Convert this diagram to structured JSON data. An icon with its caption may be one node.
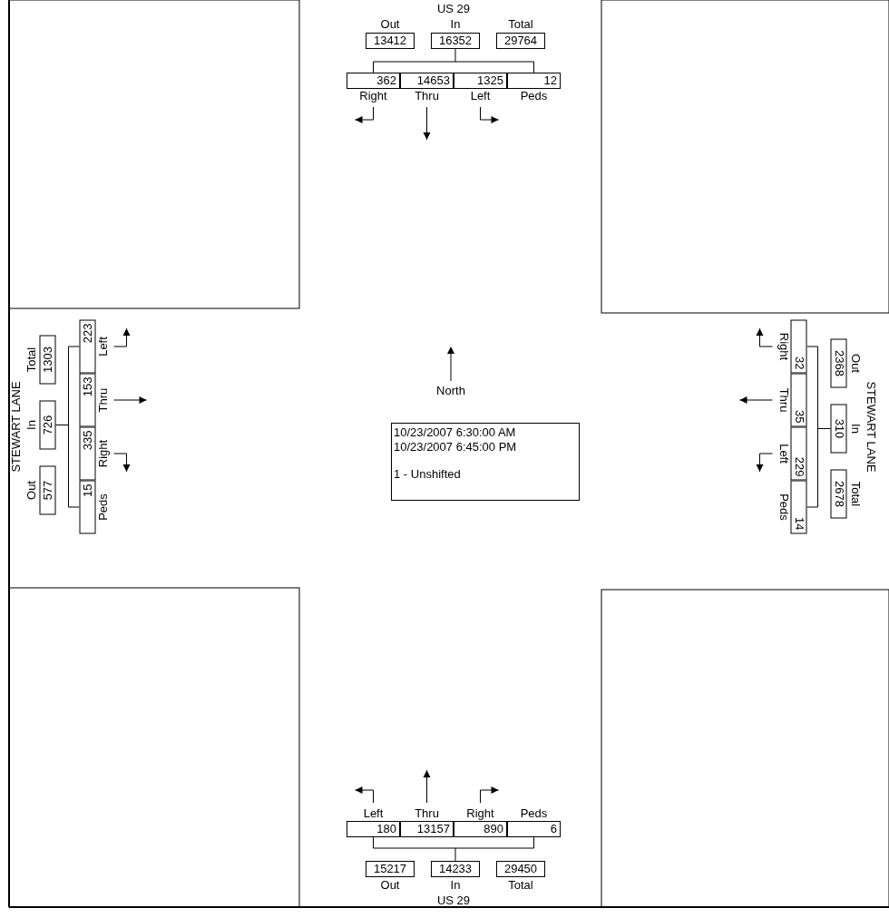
{
  "diagram": {
    "nodes": [
      {
        "text": [
          "13412"
        ],
        "beside": [
          "Out"
        ]
      },
      {
        "text": [
          "16352"
        ],
        "beside": [
          "In"
        ]
      },
      {
        "text": [
          "29764"
        ],
        "beside": [
          "Total"
        ]
      },
      {
        "text": [
          "362"
        ],
        "beside": [
          "Right"
        ]
      },
      {
        "text": [
          "14653"
        ],
        "beside": [
          "Thru"
        ]
      },
      {
        "text": [
          "1325"
        ],
        "beside": [
          "Left"
        ]
      },
      {
        "text": [
          "12"
        ],
        "beside": [
          "Peds"
        ]
      },
      {
        "text": [
          "1303"
        ],
        "beside": [
          "Total"
        ]
      },
      {
        "text": [
          "726"
        ],
        "beside": [
          "In"
        ]
      },
      {
        "text": [
          "577"
        ],
        "beside": [
          "Out"
        ]
      },
      {
        "text": [
          "223"
        ],
        "beside": [
          "Left"
        ]
      },
      {
        "text": [
          "153"
        ],
        "beside": [
          "Thru"
        ]
      },
      {
        "text": [
          "335"
        ],
        "beside": [
          "Right"
        ]
      },
      {
        "text": [
          "15"
        ],
        "beside": [
          "Peds"
        ]
      },
      {
        "text": [
          "10/23/2007 6:30:00 AM",
          "10/23/2007 6:45:00 PM",
          "1 - Unshifted"
        ]
      },
      {
        "text": [
          "2368"
        ],
        "beside": [
          "Out"
        ]
      },
      {
        "text": [
          "310"
        ],
        "beside": [
          "In"
        ]
      },
      {
        "text": [
          "2678"
        ],
        "beside": [
          "Total"
        ]
      },
      {
        "text": [
          "32"
        ],
        "beside": [
          "Right"
        ]
      },
      {
        "text": [
          "35"
        ],
        "beside": [
          "Thru"
        ]
      },
      {
        "text": [
          "229"
        ],
        "beside": [
          "Left"
        ]
      },
      {
        "text": [
          "14"
        ],
        "beside": [
          "Peds"
        ]
      },
      {
        "text": [
          "180"
        ],
        "beside": [
          "Left"
        ]
      },
      {
        "text": [
          "13157"
        ],
        "beside": [
          "Thru"
        ]
      },
      {
        "text": [
          "890"
        ],
        "beside": [
          "Right"
        ]
      },
      {
        "text": [
          "6"
        ],
        "beside": [
          "Peds"
        ]
      },
      {
        "text": [
          "15217"
        ],
        "beside": [
          "Out"
        ]
      },
      {
        "text": [
          "14233"
        ],
        "beside": [
          "In"
        ]
      },
      {
        "text": [
          "29450"
        ],
        "beside": [
          "Total"
        ]
      }
    ],
    "labels": [
      "US 29",
      "STEWART LANE",
      "North",
      "STEWART LANE",
      "US 29"
    ]
  }
}
